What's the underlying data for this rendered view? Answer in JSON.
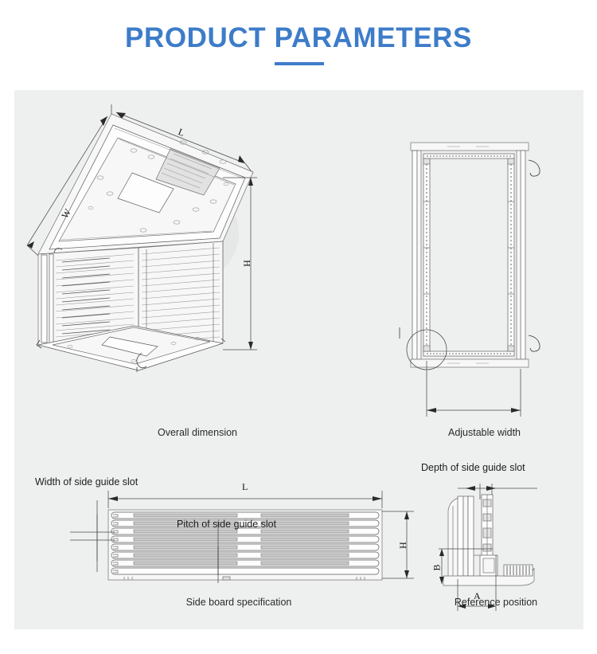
{
  "header": {
    "title": "PRODUCT PARAMETERS"
  },
  "colors": {
    "title_blue": "#3d7cc9",
    "panel_background": "#eeefef",
    "page_background": "#ffffff",
    "line": "#6f6f6f",
    "dimension_line": "#4a4a4a"
  },
  "figures": [
    {
      "id": "overall-dimension",
      "caption": "Overall dimension",
      "view": "isometric",
      "dimension_labels": [
        "W",
        "L",
        "H"
      ]
    },
    {
      "id": "adjustable-width",
      "caption": "Adjustable width",
      "view": "front",
      "dimension_labels": []
    },
    {
      "id": "side-board-specification",
      "caption": "Side board specification",
      "view": "side-panel",
      "dimension_labels": [
        "L",
        "H"
      ],
      "annotations": [
        "Width of side guide slot",
        "Pitch of side guide slot"
      ]
    },
    {
      "id": "reference-position",
      "caption": "Reference position",
      "view": "section-detail",
      "dimension_labels": [
        "A",
        "B"
      ],
      "annotations": [
        "Depth of side guide slot"
      ]
    }
  ],
  "labels": {
    "overall_dimension": "Overall dimension",
    "adjustable_width": "Adjustable width",
    "side_board_specification": "Side board specification",
    "reference_position": "Reference position",
    "width_of_side_guide_slot": "Width of side guide slot",
    "pitch_of_side_guide_slot": "Pitch of side guide slot",
    "depth_of_side_guide_slot": "Depth of side guide slot",
    "dim_w": "W",
    "dim_l": "L",
    "dim_h": "H",
    "dim_l2": "L",
    "dim_h2": "H",
    "dim_a": "A",
    "dim_b": "B"
  }
}
